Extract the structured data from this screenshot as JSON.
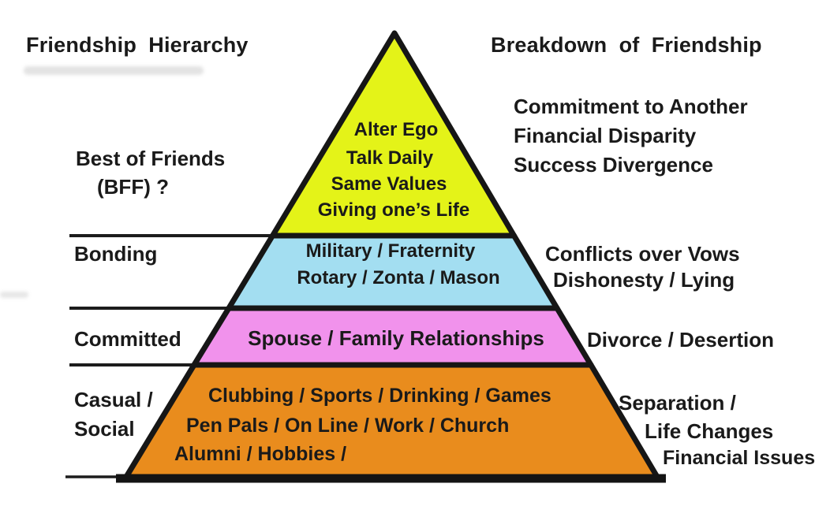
{
  "left_column": {
    "title": "Friendship Hierarchy",
    "bff_label_line1": "Best of Friends",
    "bff_label_line2": "(BFF) ?",
    "bonding_label": "Bonding",
    "committed_label": "Committed",
    "casual_label_line1": "Casual /",
    "casual_label_line2": "Social"
  },
  "pyramid": {
    "outline_color": "#161616",
    "tiers": [
      {
        "id": "best-friends",
        "color": "#e4f318",
        "lines": [
          "Alter Ego",
          "Talk Daily",
          "Same Values",
          "Giving one’s Life"
        ]
      },
      {
        "id": "bonding",
        "color": "#a3def1",
        "lines": [
          "Military / Fraternity",
          "Rotary / Zonta / Mason"
        ]
      },
      {
        "id": "committed",
        "color": "#f192ec",
        "lines": [
          "Spouse / Family Relationships"
        ]
      },
      {
        "id": "casual-social",
        "color": "#e98c1d",
        "lines": [
          "Clubbing / Sports / Drinking / Games",
          "Pen Pals / On Line / Work / Church",
          "Alumni / Hobbies /"
        ]
      }
    ]
  },
  "right_column": {
    "title": "Breakdown of Friendship",
    "breakdown_bff": [
      "Commitment to Another",
      "Financial Disparity",
      "Success Divergence"
    ],
    "breakdown_bonding": [
      "Conflicts over Vows",
      "Dishonesty / Lying"
    ],
    "breakdown_committed": [
      "Divorce / Desertion"
    ],
    "breakdown_casual": [
      "Separation /",
      "Life Changes",
      "Financial Issues"
    ]
  }
}
